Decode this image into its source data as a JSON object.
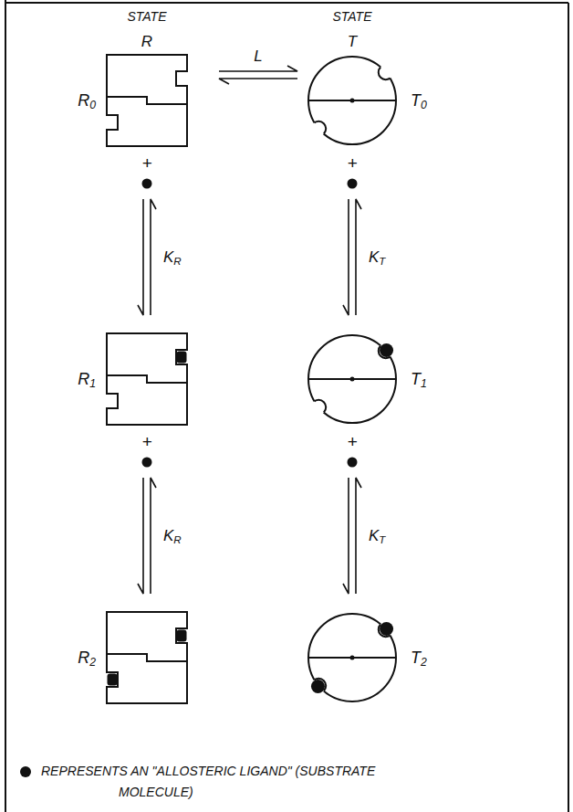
{
  "diagram": {
    "nodes": [
      {
        "text": [
          "R0"
        ]
      },
      {
        "text": [
          "T0"
        ]
      },
      {
        "text": [
          "R1"
        ]
      },
      {
        "text": [
          "T1"
        ]
      },
      {
        "text": [
          "R2"
        ]
      },
      {
        "text": [
          "T2"
        ]
      }
    ],
    "edges": [
      {
        "from": 0,
        "to": 1,
        "label": "L",
        "arrow": "both"
      },
      {
        "from": 0,
        "to": 2,
        "label": "KR",
        "arrow": "both"
      },
      {
        "from": 1,
        "to": 3,
        "label": "KT",
        "arrow": "both"
      },
      {
        "from": 2,
        "to": 4,
        "label": "KR",
        "arrow": "both"
      },
      {
        "from": 3,
        "to": 5,
        "label": "KT",
        "arrow": "both"
      }
    ],
    "labels": [
      "STATE",
      "STATE",
      "R",
      "T",
      "+",
      "+",
      "+",
      "+"
    ],
    "legend": [
      {
        "text": "REPRESENTS AN \"ALLOSTERIC LIGAND\" (SUBSTRATE MOLECULE)"
      }
    ]
  }
}
